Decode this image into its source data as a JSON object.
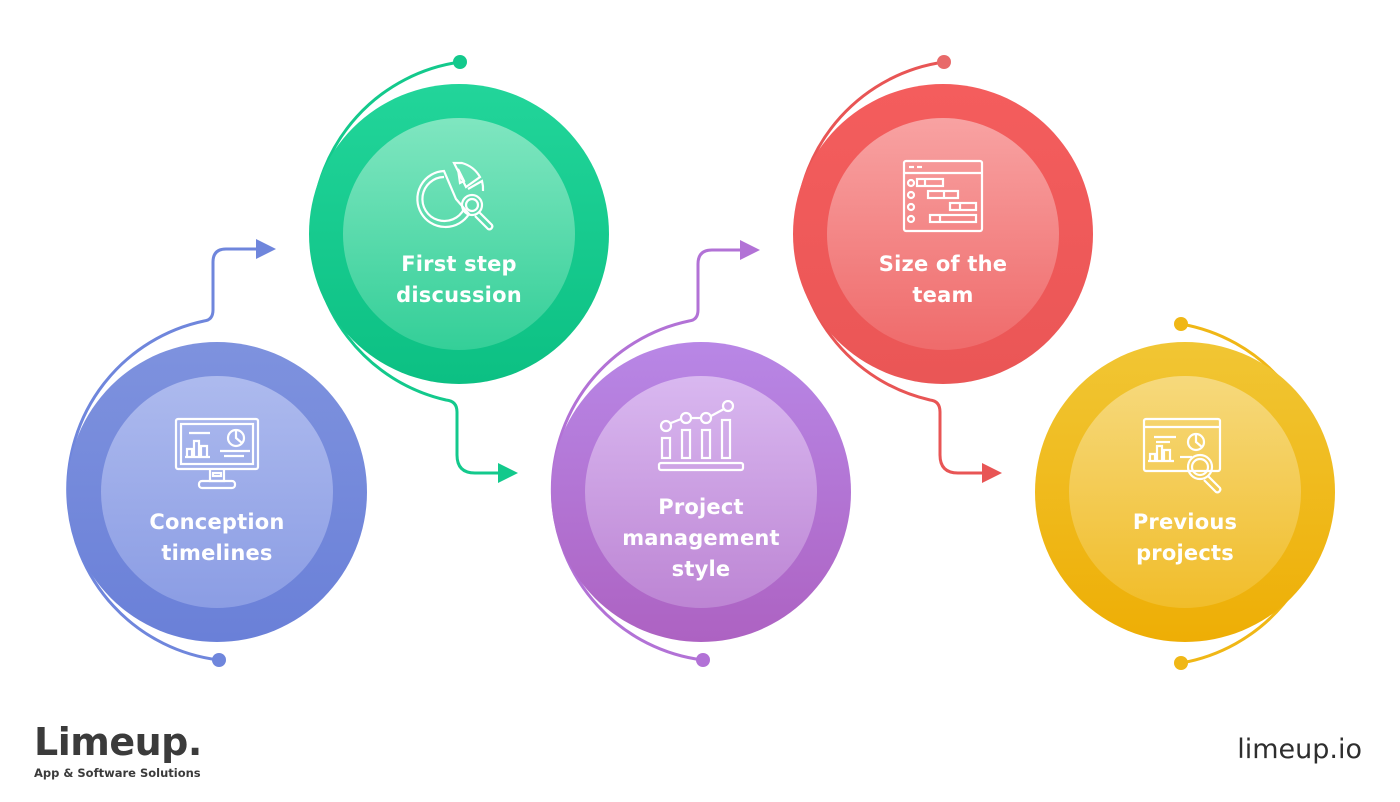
{
  "diagram": {
    "type": "process-flow",
    "steps": [
      {
        "id": 1,
        "label": "Conception\ntimelines",
        "icon": "monitor-dashboard-icon",
        "color": "#6f86dc",
        "light": "#aab8ee"
      },
      {
        "id": 2,
        "label": "First step\ndiscussion",
        "icon": "pie-chart-search-icon",
        "color": "#13c98c",
        "light": "#7fe3bd"
      },
      {
        "id": 3,
        "label": "Project\nmanagement\nstyle",
        "icon": "bar-line-chart-icon",
        "color": "#b272d6",
        "light": "#d8b6ec"
      },
      {
        "id": 4,
        "label": "Size of the\nteam",
        "icon": "gantt-window-icon",
        "color": "#f05a5a",
        "light": "#f7a3a3"
      },
      {
        "id": 5,
        "label": "Previous\nprojects",
        "icon": "report-search-icon",
        "color": "#f0b716",
        "light": "#f6d774"
      }
    ],
    "connections": [
      {
        "from": 1,
        "to": 2
      },
      {
        "from": 2,
        "to": 3
      },
      {
        "from": 3,
        "to": 4
      },
      {
        "from": 4,
        "to": 5
      }
    ]
  },
  "footer": {
    "brand_name": "Limeup.",
    "brand_tagline": "App & Software Solutions",
    "website": "limeup.io"
  }
}
